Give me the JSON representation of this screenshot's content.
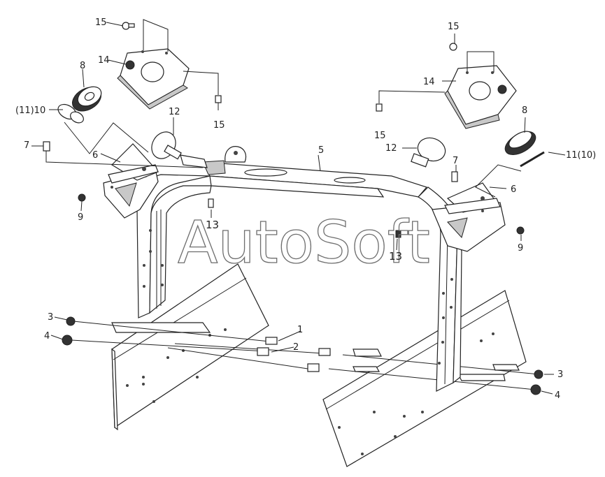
{
  "watermark": "AutoSoft",
  "labels": {
    "l1": "1",
    "l2": "2",
    "l3a": "3",
    "l3b": "3",
    "l4a": "4",
    "l4b": "4",
    "l5": "5",
    "l6a": "6",
    "l6b": "6",
    "l7a": "7",
    "l7b": "7",
    "l8a": "8",
    "l8b": "8",
    "l9a": "9",
    "l9b": "9",
    "l10a": "(11)10",
    "l10b": "11(10)",
    "l12a": "12",
    "l12b": "12",
    "l13a": "13",
    "l13b": "13",
    "l14a": "14",
    "l14b": "14",
    "l15a": "15",
    "l15b": "15",
    "l15c": "15",
    "l15d": "15"
  }
}
